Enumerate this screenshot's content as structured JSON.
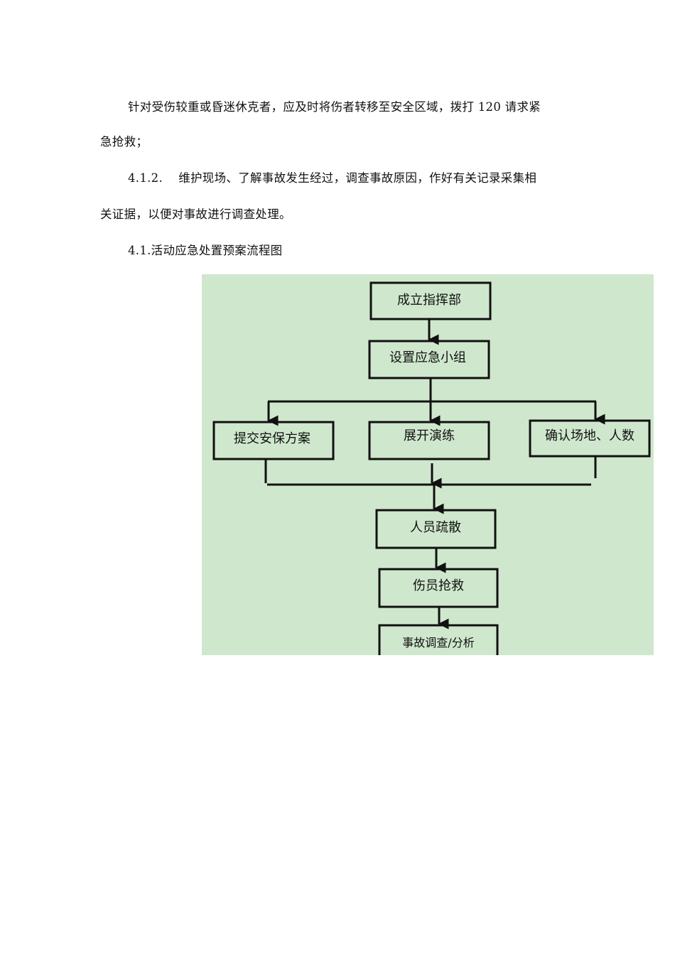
{
  "paragraphs": [
    "针对受伤较重或昏迷休克者，应及时将伤者转移至安全区域，拨打 120 请求紧",
    "急抢救；",
    "4.1.2.    维护现场、了解事故发生经过，调查事故原因，作好有关记录采集相",
    "关证据，以便对事故进行调查处理。",
    "4.1.活动应急处置预案流程图"
  ],
  "flowchart": {
    "steps": {
      "command": "成立指挥部",
      "groups": "设置应急小组",
      "plan": "提交安保方案",
      "drill": "展开演练",
      "venue": "确认场地、人数",
      "evacuate": "人员疏散",
      "rescue": "伤员抢救",
      "investigate": "事故调查/分析"
    },
    "background": "#cfe8cd"
  }
}
